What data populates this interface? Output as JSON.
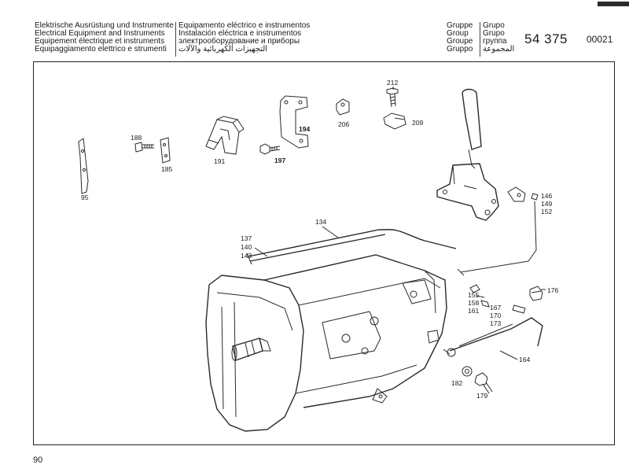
{
  "header": {
    "titles_left": [
      "Elektrische Ausrüstung und Instrumente",
      "Electrical Equipment and Instruments",
      "Equipement électrique et instruments",
      "Equipaggiamento elettrico e strumenti"
    ],
    "titles_right": [
      "Equipamento eléctrico e instrumentos",
      "Instalación eléctrica e instrumentos",
      "электрооборудование и приборы",
      "التجهيزات الكهربائية والآلات"
    ],
    "group_labels_left": [
      "Gruppe",
      "Group",
      "Groupe",
      "Gruppo"
    ],
    "group_labels_right": [
      "Grupo",
      "Grupo",
      "группа",
      "المجموعة"
    ],
    "group_number": "54 375",
    "group_code": "00021"
  },
  "footer": {
    "page_number": "90"
  },
  "callouts": {
    "c95": "95",
    "c185": "185",
    "c188": "188",
    "c191": "191",
    "c194": "194",
    "c197": "197",
    "c206": "206",
    "c209": "209",
    "c212": "212",
    "c134": "134",
    "c137": "137",
    "c140": "140",
    "c143": "143",
    "c146": "146",
    "c149": "149",
    "c152": "152",
    "c155": "155",
    "c158": "158",
    "c161": "161",
    "c164": "164",
    "c167": "167",
    "c170": "170",
    "c173": "173",
    "c176": "176",
    "c179": "179",
    "c182": "182"
  }
}
